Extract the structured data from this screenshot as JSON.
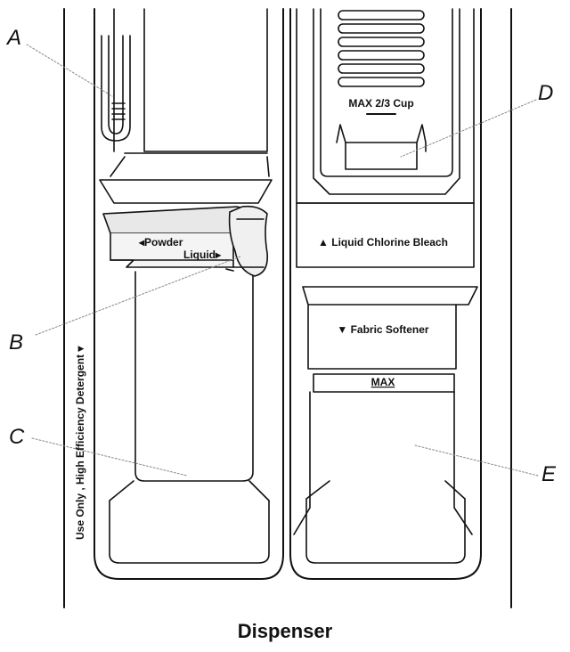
{
  "callouts": {
    "a": "A",
    "b": "B",
    "c": "C",
    "d": "D",
    "e": "E"
  },
  "labels": {
    "max_cup": "MAX 2/3 Cup",
    "powder": "◂Powder",
    "liquid": "Liquid▸",
    "bleach": "▲ Liquid Chlorine Bleach",
    "softener": "▼ Fabric Softener",
    "max": "MAX",
    "side_text": "Use Only , High Efficiency Detergent ▾"
  },
  "caption": "Dispenser"
}
